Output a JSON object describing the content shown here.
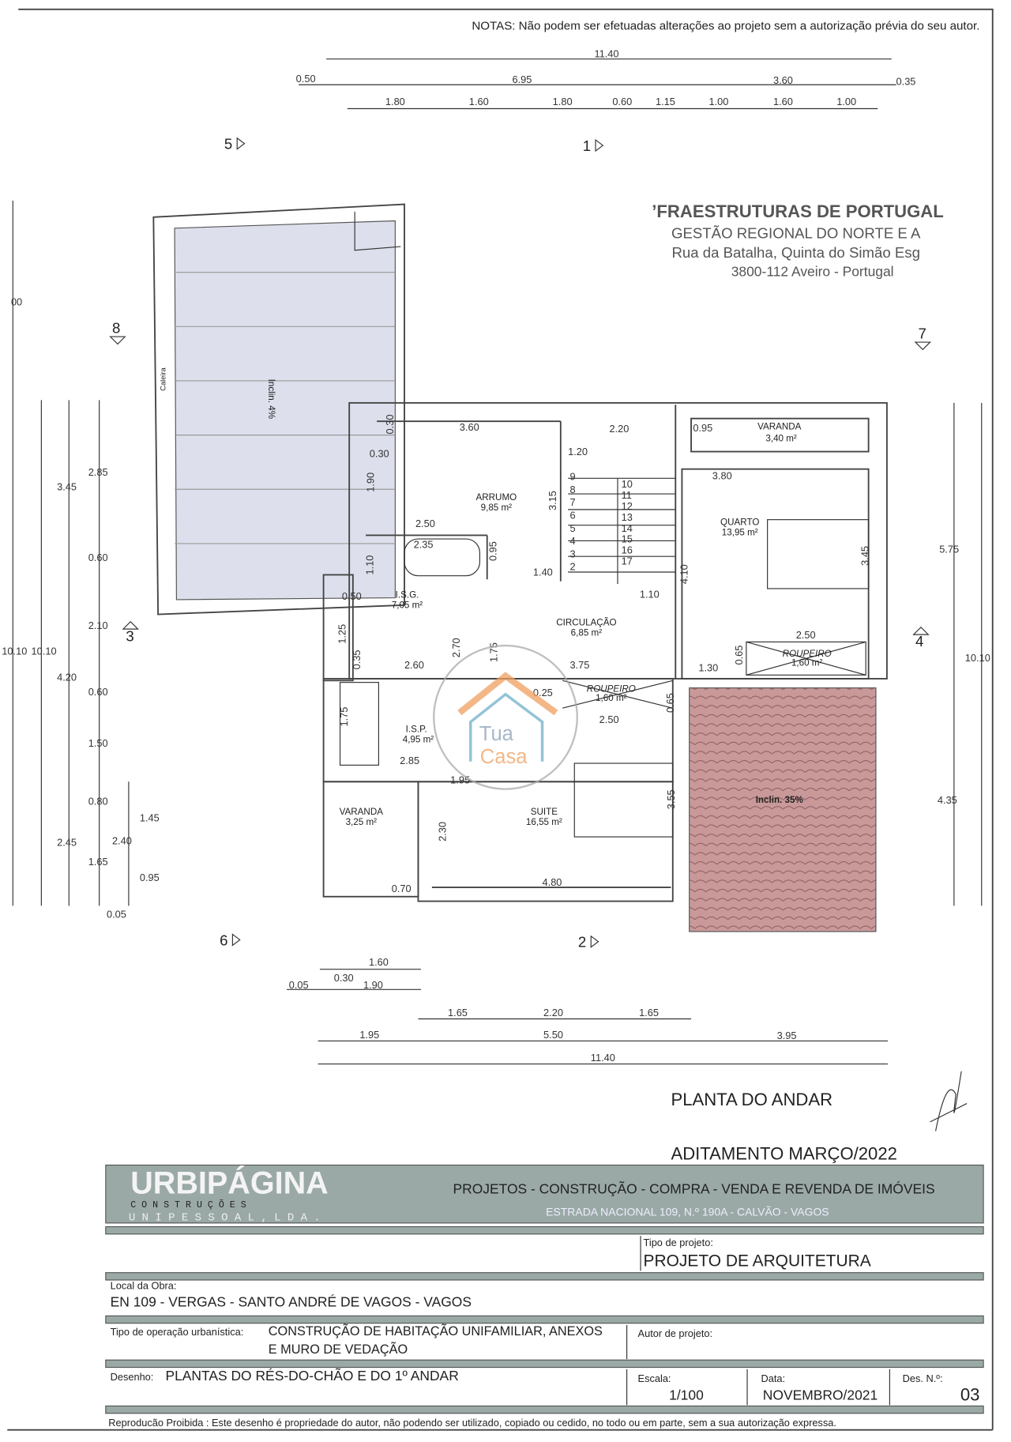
{
  "notes": "NOTAS: Não podem ser efetuadas alterações ao projeto sem a autorização prévia do seu autor.",
  "top_dims": {
    "row1": [
      "11.40"
    ],
    "row2": [
      "0.50",
      "6.95",
      "3.60",
      "0.35"
    ],
    "row3": [
      "1.80",
      "1.60",
      "1.80",
      "0.60",
      "1.15",
      "1.00",
      "1.60",
      "1.00"
    ]
  },
  "section_marks": [
    "5",
    "1",
    "8",
    "7",
    "3",
    "4",
    "6",
    "2"
  ],
  "stamp": {
    "line1": "’FRAESTRUTURAS DE PORTUGAL",
    "line2": "GESTÃO REGIONAL DO NORTE E A",
    "line3": "Rua da Batalha, Quinta do Simão Esg",
    "line4": "3800-112 Aveiro - Portugal"
  },
  "roof_left": {
    "label": "Inclin. 4%",
    "gutter": "Caleira"
  },
  "roof_right": {
    "label": "Inclin. 35%",
    "tile_color": "#c9999a"
  },
  "rooms": [
    {
      "name": "ARRUMO",
      "area": "9,85 m²"
    },
    {
      "name": "I.S.G.",
      "area": "7,05 m²"
    },
    {
      "name": "CIRCULAÇÃO",
      "area": "6,85 m²"
    },
    {
      "name": "QUARTO",
      "area": "13,95 m²"
    },
    {
      "name": "VARANDA",
      "area": "3,40 m²"
    },
    {
      "name": "I.S.P.",
      "area": "4,95 m²"
    },
    {
      "name": "SUITE",
      "area": "16,55 m²"
    },
    {
      "name": "VARANDA",
      "area": "3,25 m²"
    },
    {
      "name": "ROUPEIRO",
      "area": "1,60 m²"
    },
    {
      "name": "ROUPEIRO",
      "area": "1,60 m²"
    }
  ],
  "interior_dims": [
    "3.60",
    "0.30",
    "0.30",
    "1.90",
    "2.20",
    "1.20",
    "3.15",
    "2.50",
    "2.35",
    "0.95",
    "1.10",
    "1.40",
    "0.50",
    "1.10",
    "4.10",
    "3.80",
    "0.95",
    "3.45",
    "2.50",
    "0.65",
    "1.30",
    "3.75",
    "2.60",
    "0.35",
    "1.25",
    "2.70",
    "1.75",
    "0.65",
    "2.50",
    "0.25",
    "1.75",
    "2.85",
    "1.95",
    "2.30",
    "3.55",
    "0.70",
    "4.80"
  ],
  "left_dims": [
    "3.45",
    "2.85",
    "0.60",
    "2.10",
    "4.20",
    "0.60",
    "1.50",
    "0.80",
    "2.45",
    "1.65",
    "2.40",
    "1.45",
    "0.95",
    "0.05",
    "10.10",
    "10.10",
    "00"
  ],
  "right_dims": [
    "5.75",
    "4.35",
    "10.10"
  ],
  "bottom_dims": {
    "row1": [
      "1.60",
      "0.30",
      "1.90",
      "0.05"
    ],
    "row2": [
      "1.65",
      "2.20",
      "1.65"
    ],
    "row3": [
      "1.95",
      "5.50",
      "3.95"
    ],
    "row4": [
      "11.40"
    ]
  },
  "stair_steps": [
    "9",
    "8",
    "7",
    "6",
    "5",
    "4",
    "3",
    "2",
    "10",
    "11",
    "12",
    "13",
    "14",
    "15",
    "16",
    "17"
  ],
  "watermark": {
    "line1": "Tua",
    "line2": "Casa",
    "accent": "#f0a060",
    "secondary": "#6fb0c8"
  },
  "plan_title": "PLANTA DO ANDAR",
  "amendment": "ADITAMENTO MARÇO/2022",
  "title_block": {
    "logo": "URBIPÁGINA",
    "logo_sub1": "C O N S T R U Ç Õ E S",
    "logo_sub2": "U N I P E S S O A L ,  L D A .",
    "tagline": "PROJETOS - CONSTRUÇÃO - COMPRA - VENDA E REVENDA DE IMÓVEIS",
    "address": "ESTRADA NACIONAL 109, N.º 190A - CALVÃO - VAGOS",
    "band_color": "#9aa9a6",
    "project_type_label": "Tipo de projeto:",
    "project_type": "PROJETO DE ARQUITETURA",
    "site_label": "Local da Obra:",
    "site": "EN 109 - VERGAS - SANTO ANDRÉ DE VAGOS - VAGOS",
    "operation_label": "Tipo de operação urbanística:",
    "operation_line1": "CONSTRUÇÃO DE HABITAÇÃO UNIFAMILIAR, ANEXOS",
    "operation_line2": "E MURO DE VEDAÇÃO",
    "author_label": "Autor de projeto:",
    "drawing_label": "Desenho:",
    "drawing": "PLANTAS DO RÉS-DO-CHÃO E DO 1º ANDAR",
    "scale_label": "Escala:",
    "scale": "1/100",
    "date_label": "Data:",
    "date": "NOVEMBRO/2021",
    "sheet_label": "Des. N.º:",
    "sheet": "03",
    "footer": "Reproducão Proibida :  Este desenho é propriedade do autor, não podendo ser utilizado, copiado ou cedido, no todo ou em parte, sem a sua autorização expressa."
  }
}
